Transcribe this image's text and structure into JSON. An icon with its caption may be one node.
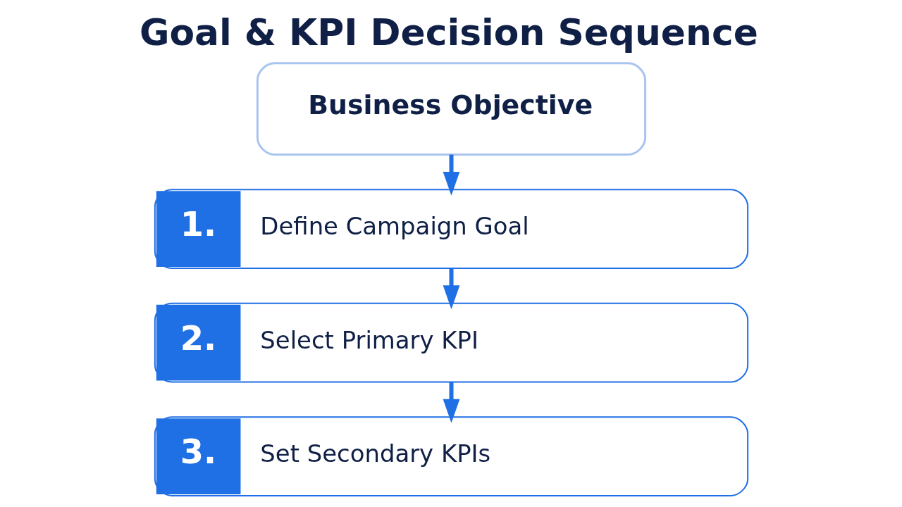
{
  "diagram": {
    "title": "Goal & KPI Decision Sequence",
    "nodes": [
      {
        "text": [
          "Business Objective"
        ]
      },
      {
        "text": [
          "1.",
          "Define Campaign Goal"
        ]
      },
      {
        "text": [
          "2.",
          "Select Primary KPI"
        ]
      },
      {
        "text": [
          "3.",
          "Set Secondary KPIs"
        ]
      }
    ],
    "edges": [
      {
        "from": 0,
        "to": 1,
        "arrow": "to"
      },
      {
        "from": 1,
        "to": 2,
        "arrow": "to"
      },
      {
        "from": 2,
        "to": 3,
        "arrow": "to"
      }
    ]
  }
}
